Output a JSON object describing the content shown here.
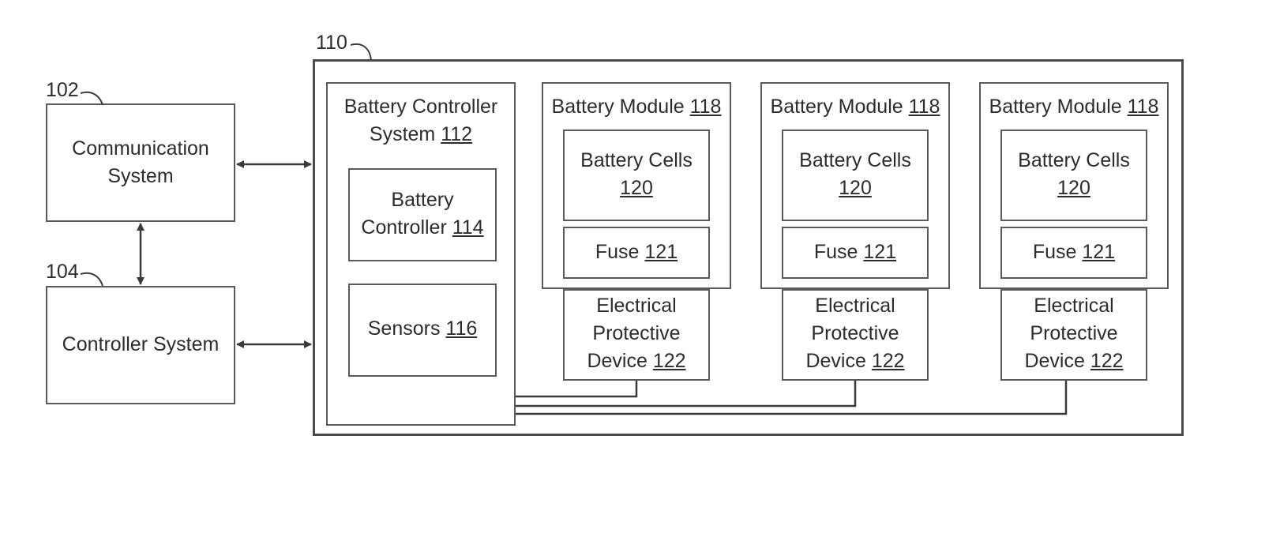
{
  "refs": {
    "comm": "102",
    "ctrl": "104",
    "pack": "110"
  },
  "communication_system": {
    "line1": "Communication",
    "line2": "System"
  },
  "controller_system": {
    "label": "Controller System"
  },
  "battery_controller_system": {
    "line1": "Battery Controller",
    "line2": "System",
    "num": "112"
  },
  "battery_controller": {
    "line1": "Battery",
    "line2": "Controller",
    "num": "114"
  },
  "sensors": {
    "label": "Sensors",
    "num": "116"
  },
  "modules": [
    {
      "title": "Battery Module",
      "num": "118",
      "cells_label": "Battery Cells",
      "cells_num": "120",
      "fuse_label": "Fuse",
      "fuse_num": "121",
      "epd_line1": "Electrical",
      "epd_line2": "Protective",
      "epd_line3": "Device",
      "epd_num": "122"
    },
    {
      "title": "Battery Module",
      "num": "118",
      "cells_label": "Battery Cells",
      "cells_num": "120",
      "fuse_label": "Fuse",
      "fuse_num": "121",
      "epd_line1": "Electrical",
      "epd_line2": "Protective",
      "epd_line3": "Device",
      "epd_num": "122"
    },
    {
      "title": "Battery Module",
      "num": "118",
      "cells_label": "Battery Cells",
      "cells_num": "120",
      "fuse_label": "Fuse",
      "fuse_num": "121",
      "epd_line1": "Electrical",
      "epd_line2": "Protective",
      "epd_line3": "Device",
      "epd_num": "122"
    }
  ]
}
